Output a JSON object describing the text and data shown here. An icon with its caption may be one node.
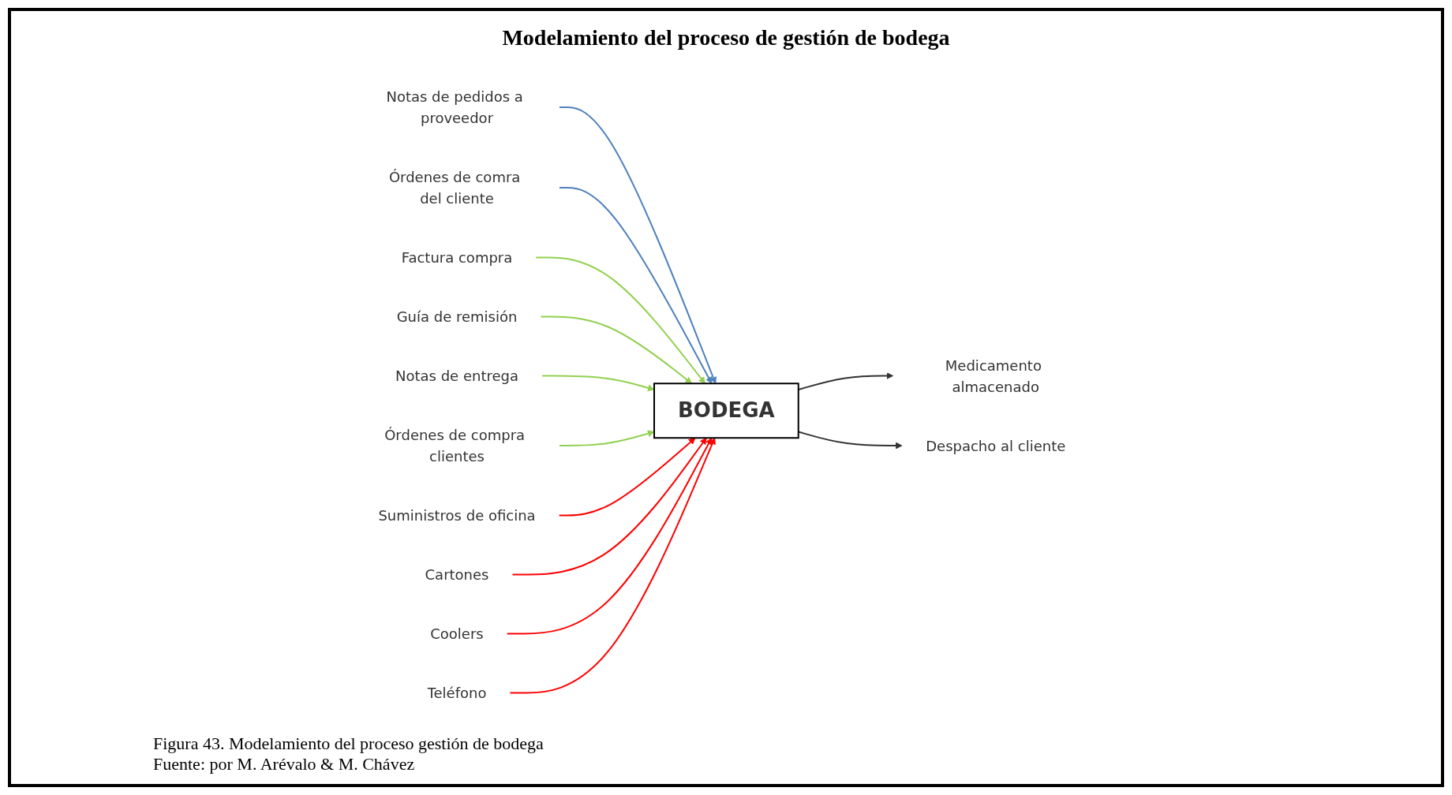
{
  "diagram": {
    "title": "Modelamiento del proceso de gestión de bodega",
    "caption": "Figura 43. Modelamiento del proceso gestión de bodega Fuente: por M. Arévalo & M. Chávez",
    "nodes": [
      {
        "text": [
          "Notas de pedidos a proveedor"
        ]
      },
      {
        "text": [
          "Órdenes de comra del cliente"
        ]
      },
      {
        "text": [
          "Factura compra"
        ]
      },
      {
        "text": [
          "Guía de remisión"
        ]
      },
      {
        "text": [
          "Notas de entrega"
        ]
      },
      {
        "text": [
          "Órdenes de compra clientes"
        ]
      },
      {
        "text": [
          "BODEGA"
        ]
      },
      {
        "text": [
          "Medicamento almacenado"
        ]
      },
      {
        "text": [
          "Despacho al cliente"
        ]
      },
      {
        "text": [
          "Suministros de oficina"
        ]
      },
      {
        "text": [
          "Cartones"
        ]
      },
      {
        "text": [
          "Coolers"
        ]
      },
      {
        "text": [
          "Teléfono"
        ]
      }
    ],
    "edges": [
      {
        "from": 0,
        "to": 6,
        "arrow": "to",
        "color": "#4f81bd"
      },
      {
        "from": 1,
        "to": 6,
        "arrow": "to",
        "color": "#4f81bd"
      },
      {
        "from": 2,
        "to": 6,
        "arrow": "to",
        "color": "#92d050"
      },
      {
        "from": 3,
        "to": 6,
        "arrow": "to",
        "color": "#92d050"
      },
      {
        "from": 4,
        "to": 6,
        "arrow": "to",
        "color": "#92d050"
      },
      {
        "from": 5,
        "to": 6,
        "arrow": "to",
        "color": "#92d050"
      },
      {
        "from": 6,
        "to": 7,
        "arrow": "to",
        "color": "#333333"
      },
      {
        "from": 6,
        "to": 8,
        "arrow": "to",
        "color": "#333333"
      },
      {
        "from": 9,
        "to": 6,
        "arrow": "to",
        "color": "#ff0000"
      },
      {
        "from": 10,
        "to": 6,
        "arrow": "to",
        "color": "#ff0000"
      },
      {
        "from": 11,
        "to": 6,
        "arrow": "to",
        "color": "#ff0000"
      },
      {
        "from": 12,
        "to": 6,
        "arrow": "to",
        "color": "#ff0000"
      }
    ]
  }
}
